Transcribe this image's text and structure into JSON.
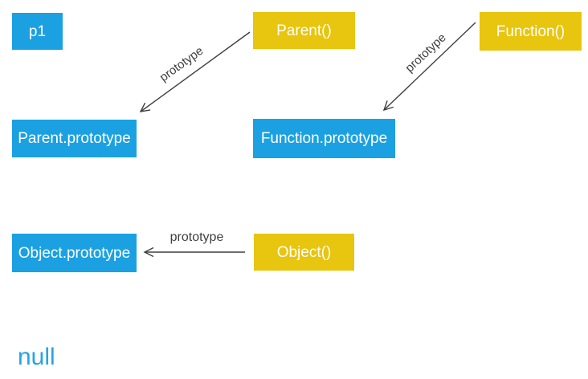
{
  "diagram": {
    "title_hint": "JavaScript prototype chain diagram",
    "colors": {
      "instance_box": "#1ba1e2",
      "constructor_box": "#e8c50e",
      "box_text": "#ffffff",
      "arrow": "#3f3f3f",
      "edge_label_text": "#3f3f3f",
      "null_text": "#25a3e6",
      "background": "#ffffff"
    },
    "nodes": [
      {
        "id": "p1",
        "label": "p1",
        "type": "instance"
      },
      {
        "id": "parent-ctor",
        "label": "Parent()",
        "type": "constructor"
      },
      {
        "id": "function-ctor",
        "label": "Function()",
        "type": "constructor"
      },
      {
        "id": "parent-prototype",
        "label": "Parent.prototype",
        "type": "instance"
      },
      {
        "id": "function-prototype",
        "label": "Function.prototype",
        "type": "instance"
      },
      {
        "id": "object-prototype",
        "label": "Object.prototype",
        "type": "instance"
      },
      {
        "id": "object-ctor",
        "label": "Object()",
        "type": "constructor"
      }
    ],
    "edges": [
      {
        "from": "Parent()",
        "to": "Parent.prototype",
        "label": "prototype"
      },
      {
        "from": "Function()",
        "to": "Function.prototype",
        "label": "prototype"
      },
      {
        "from": "Object()",
        "to": "Object.prototype",
        "label": "prototype"
      }
    ],
    "null_label": "null"
  }
}
